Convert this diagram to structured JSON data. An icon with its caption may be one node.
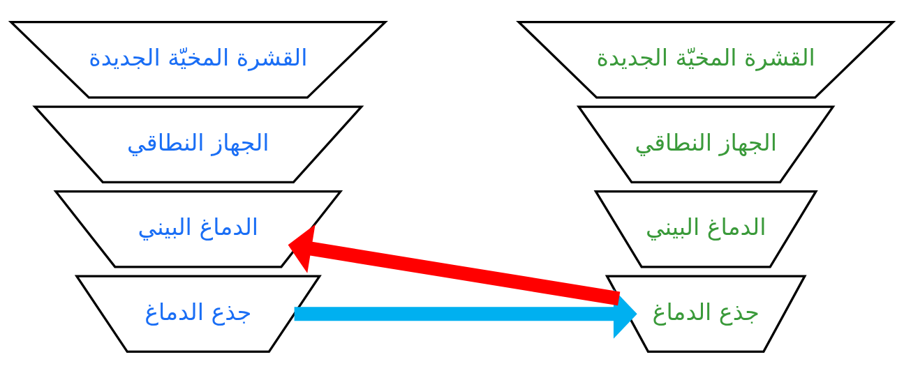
{
  "diagram": {
    "nodes": [
      {
        "text": [
          "القشرة المخيّة الجديدة"
        ]
      },
      {
        "text": [
          "الجهاز النطاقي"
        ]
      },
      {
        "text": [
          "الدماغ البيني"
        ]
      },
      {
        "text": [
          "جذع الدماغ"
        ]
      },
      {
        "text": [
          "القشرة المخيّة الجديدة"
        ]
      },
      {
        "text": [
          "الجهاز النطاقي"
        ]
      },
      {
        "text": [
          "الدماغ البيني"
        ]
      },
      {
        "text": [
          "جذع الدماغ"
        ]
      }
    ],
    "edges": [
      {
        "from": 7,
        "to": 2,
        "arrow": "to",
        "color": "#ff0000"
      },
      {
        "from": 3,
        "to": 7,
        "arrow": "to",
        "color": "#00b0f0"
      }
    ]
  }
}
